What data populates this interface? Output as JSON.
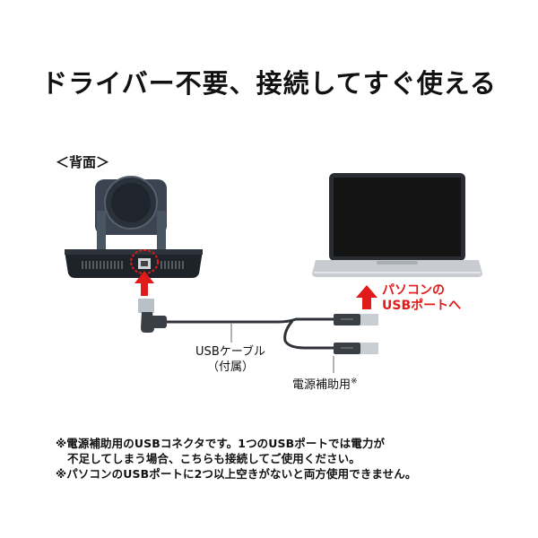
{
  "title": "ドライバー不要、接続してすぐ使える",
  "back_label": "＜背面＞",
  "laptop_label": {
    "line1": "パソコンの",
    "line2": "USBポートへ"
  },
  "cable_label": {
    "line1": "USBケーブル",
    "line2": "（付属）"
  },
  "power_label": {
    "text": "電源補助用",
    "mark": "※"
  },
  "notes": [
    "※電源補助用のUSBコネクタです。1つのUSBポートでは電力が",
    "不足してしまう場合、こちらも接続してご使用ください。",
    "※パソコンのUSBポートに2つ以上空きがないと両方使用できません。"
  ],
  "colors": {
    "accent_red": "#e11a1a"
  }
}
